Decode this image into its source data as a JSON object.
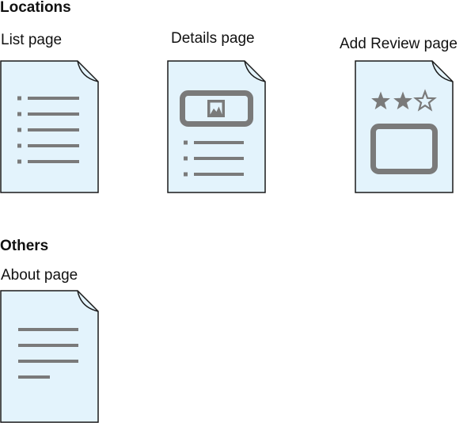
{
  "sections": {
    "locations": {
      "title": "Locations",
      "pages": [
        {
          "label": "List page",
          "icon": "list-document-icon"
        },
        {
          "label": "Details page",
          "icon": "details-document-icon"
        },
        {
          "label": "Add Review page",
          "icon": "review-document-icon"
        }
      ]
    },
    "others": {
      "title": "Others",
      "pages": [
        {
          "label": "About page",
          "icon": "text-document-icon"
        }
      ]
    }
  },
  "review": {
    "filled_stars": 2,
    "total_stars": 3
  },
  "colors": {
    "page_fill": "#e3f3fc",
    "page_stroke": "#1a1a1a",
    "glyph_gray": "#7a7a7a"
  }
}
